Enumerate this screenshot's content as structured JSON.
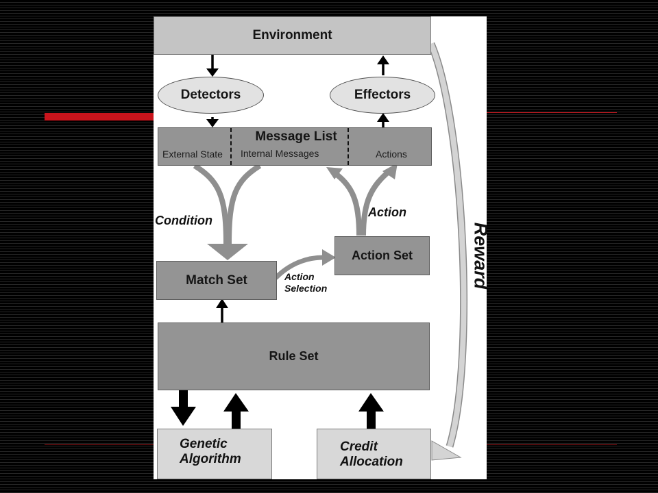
{
  "diagram": {
    "environment": "Environment",
    "detectors": "Detectors",
    "effectors": "Effectors",
    "message_list": {
      "title": "Message List",
      "external_state": "External State",
      "internal_messages": "Internal Messages",
      "actions": "Actions"
    },
    "condition": "Condition",
    "action": "Action",
    "action_set": "Action Set",
    "match_set": "Match Set",
    "action_selection": [
      "Action",
      "Selection"
    ],
    "rule_set": "Rule Set",
    "genetic_algorithm": [
      "Genetic",
      "Algorithm"
    ],
    "credit_allocation": [
      "Credit",
      "Allocation"
    ],
    "reward": "Reward"
  },
  "colors": {
    "background": "#000000",
    "accent_rule": "#c8141c",
    "box_fill": "#949494",
    "light_box_fill": "#d8d8d8",
    "arrow_gray": "#9a9a9a",
    "reward_arrow": "#d4d4d4"
  }
}
